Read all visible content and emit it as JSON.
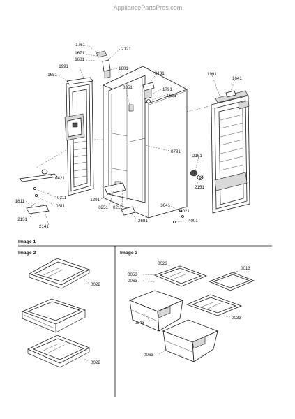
{
  "watermark": "AppliancePartsPros.com",
  "sections": {
    "image1": "Image 1",
    "image2": "Image 2",
    "image3": "Image 3"
  },
  "labels": {
    "image1": [
      "1761",
      "1671",
      "1681",
      "2121",
      "1991",
      "1801",
      "1651",
      "0181",
      "0351",
      "1791",
      "1631",
      "1991",
      "1641",
      "0731",
      "2161",
      "2151",
      "0421",
      "0311",
      "0511",
      "1811",
      "1291",
      "0251",
      "0211",
      "3041",
      "4021",
      "4001",
      "2681",
      "2131",
      "2141"
    ],
    "image2": [
      "0022",
      "0022"
    ],
    "image3": [
      "0023",
      "0013",
      "0053",
      "0063",
      "0043",
      "0033",
      "0063"
    ]
  }
}
